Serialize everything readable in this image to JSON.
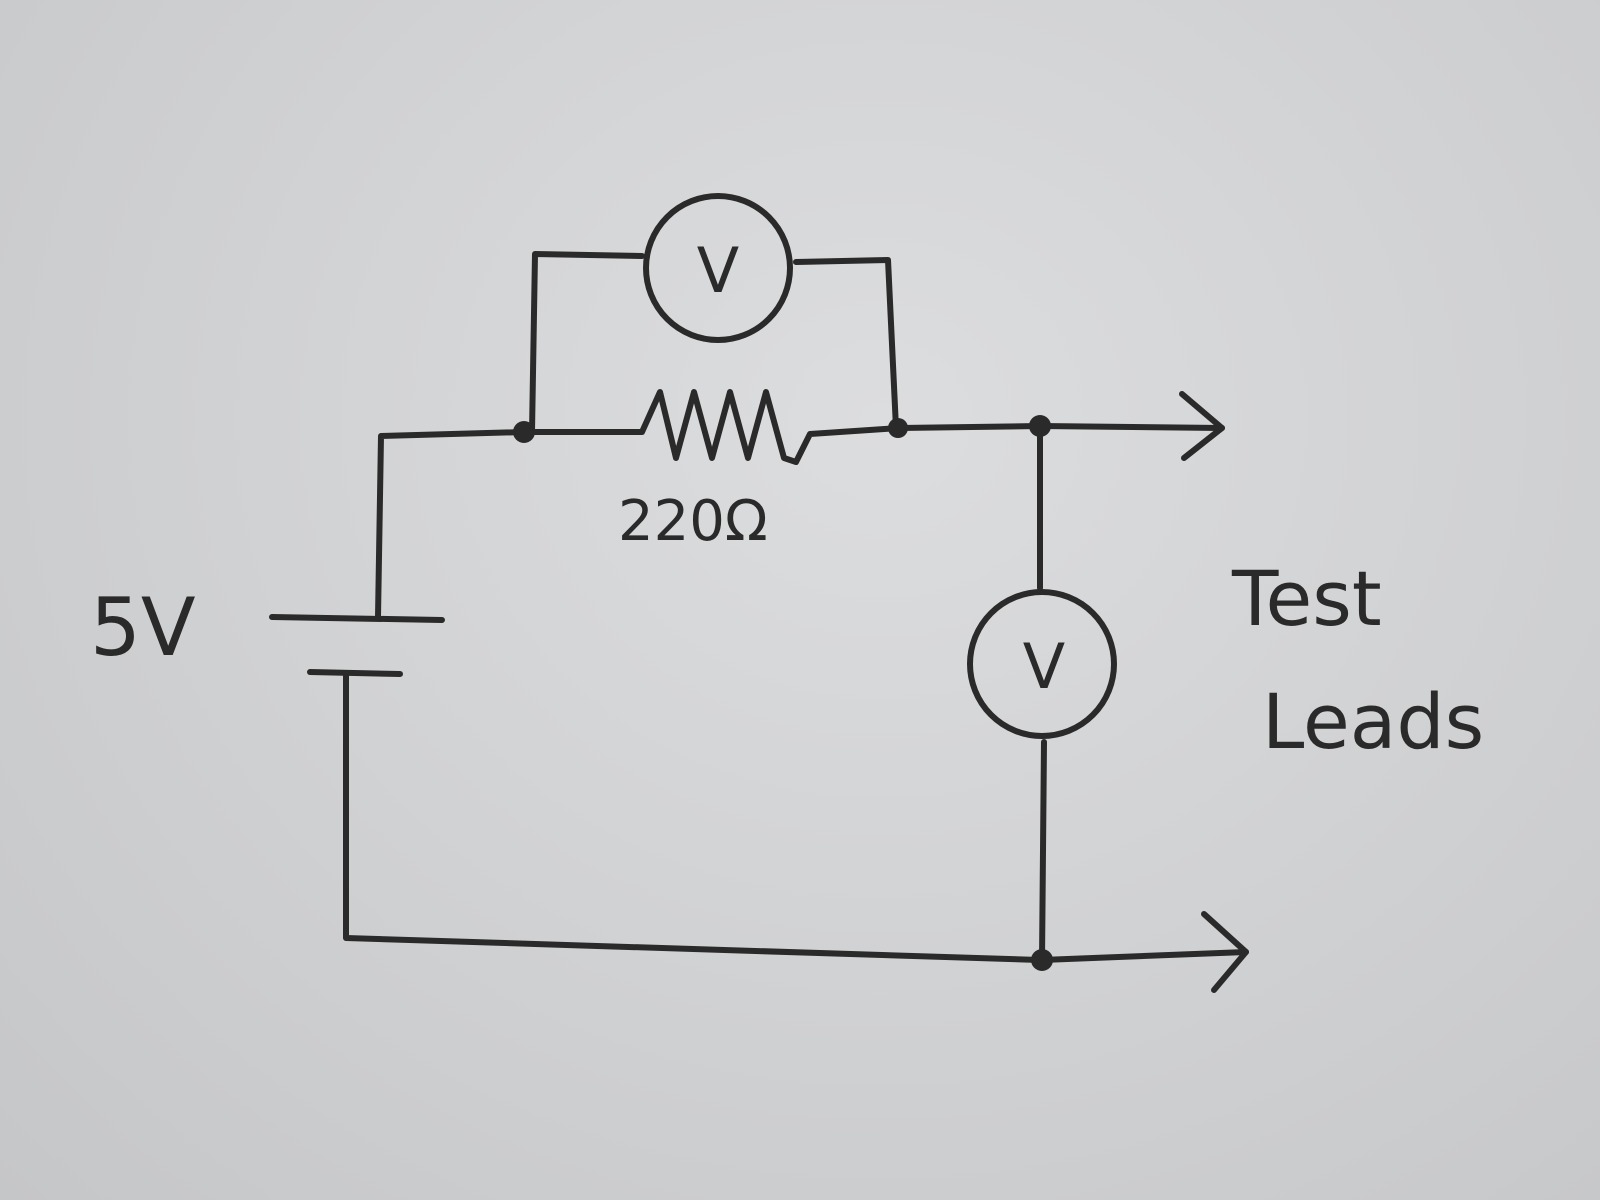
{
  "source": {
    "label": "5V"
  },
  "resistor": {
    "label": "220Ω"
  },
  "meters": {
    "top_symbol": "V",
    "right_symbol": "V"
  },
  "test_leads": {
    "line1": "Test",
    "line2": "Leads"
  },
  "colors": {
    "ink": "#2b2a2a",
    "paper": "#d6d7d9"
  }
}
